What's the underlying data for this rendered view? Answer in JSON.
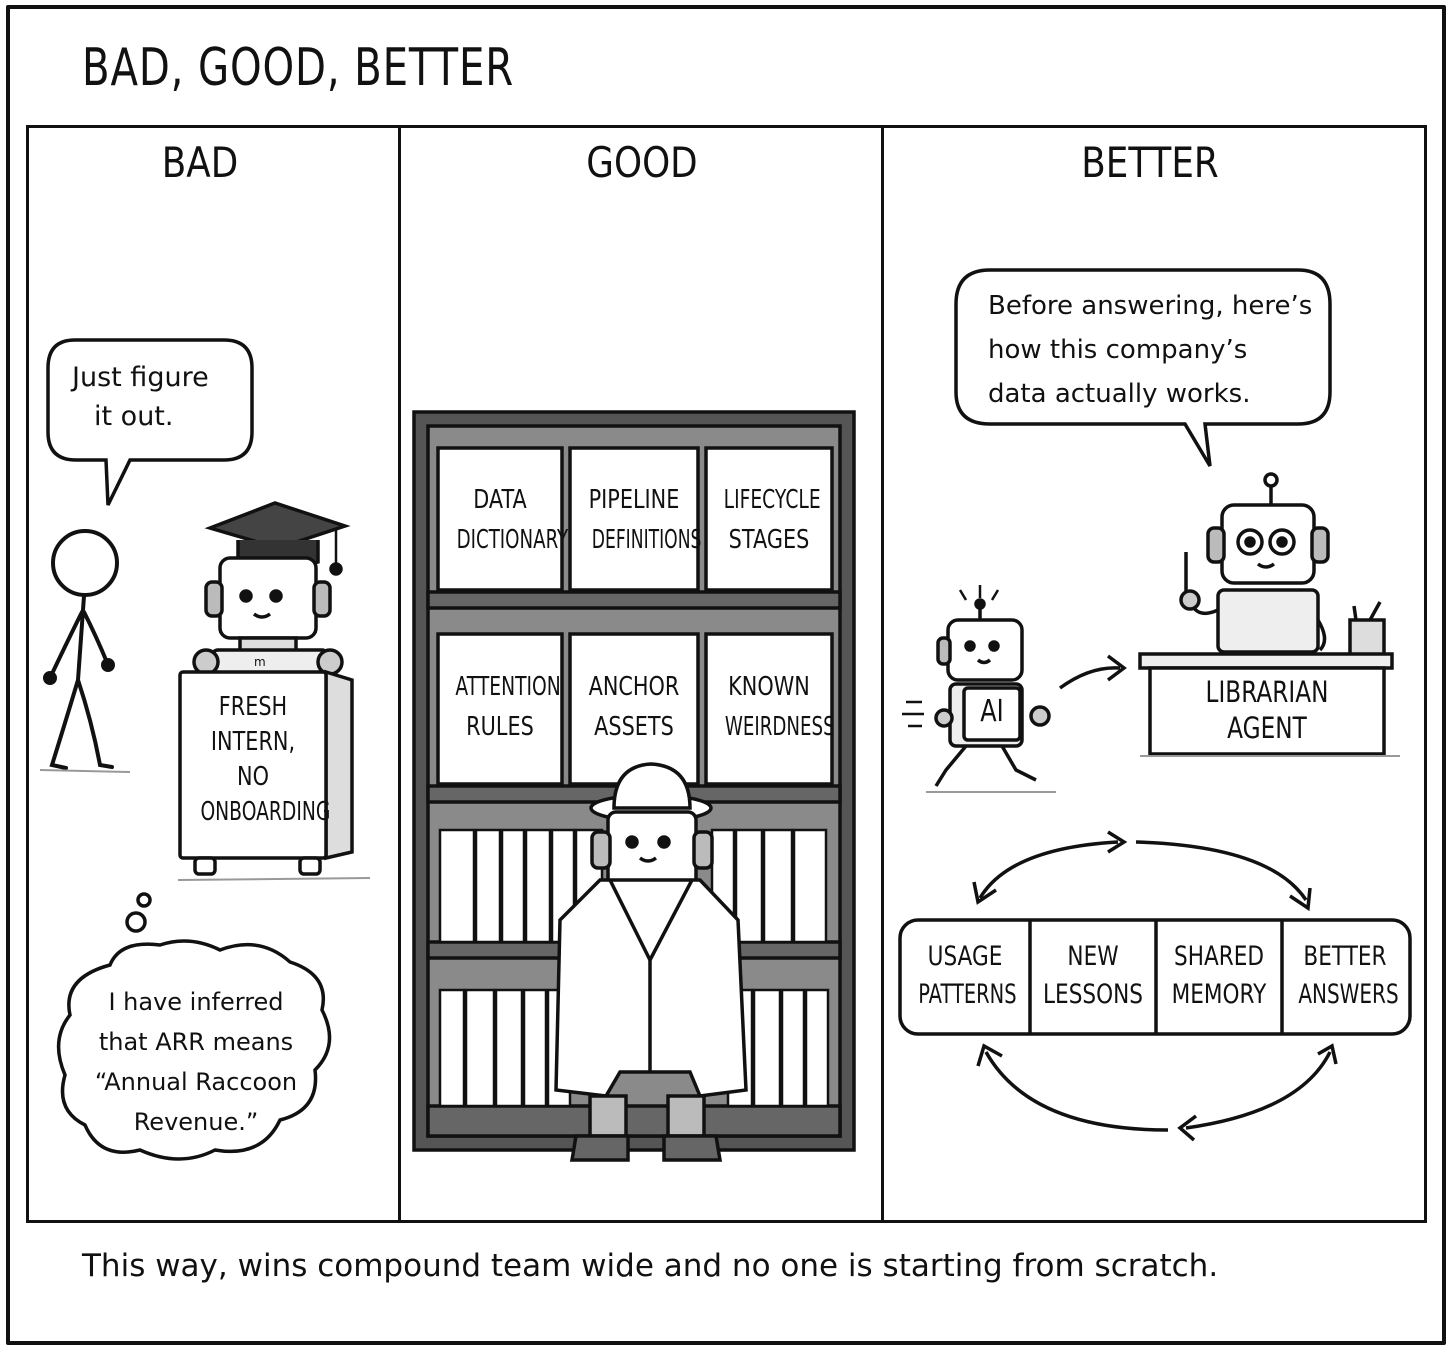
{
  "title": "BAD, GOOD, BETTER",
  "panels": {
    "bad": {
      "heading": "BAD",
      "speech": [
        "Just figure",
        "it out."
      ],
      "sign": [
        "FRESH",
        "INTERN,",
        "NO",
        "ONBOARDING"
      ],
      "robot_badge": "m",
      "thought": [
        "I have inferred",
        "that ARR means",
        "“Annual Raccoon",
        "Revenue.”"
      ]
    },
    "good": {
      "heading": "GOOD",
      "shelf_labels": [
        [
          "DATA",
          "DICTIONARY"
        ],
        [
          "PIPELINE",
          "DEFINITIONS"
        ],
        [
          "LIFECYCLE",
          "STAGES"
        ],
        [
          "ATTENTION",
          "RULES"
        ],
        [
          "ANCHOR",
          "ASSETS"
        ],
        [
          "KNOWN",
          "WEIRDNESS"
        ]
      ]
    },
    "better": {
      "heading": "BETTER",
      "speech": [
        "Before answering, here’s",
        "how this company’s",
        "data actually works."
      ],
      "ai_label": "AI",
      "desk_label": [
        "LIBRARIAN",
        "AGENT"
      ],
      "loop_cells": [
        [
          "USAGE",
          "PATTERNS"
        ],
        [
          "NEW",
          "LESSONS"
        ],
        [
          "SHARED",
          "MEMORY"
        ],
        [
          "BETTER",
          "ANSWERS"
        ]
      ]
    }
  },
  "caption": "This way, wins compound team wide and no one is starting from scratch."
}
